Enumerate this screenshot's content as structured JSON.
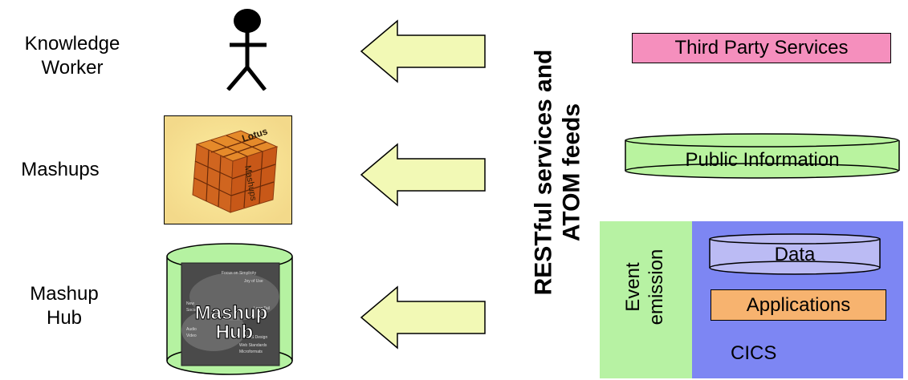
{
  "left_column": {
    "knowledge_worker": "Knowledge\nWorker",
    "mashups": "Mashups",
    "mashup_hub": "Mashup\nHub"
  },
  "images": {
    "cube_words": [
      "Lotus",
      "Mashups"
    ],
    "hub_words": [
      "Mashup",
      "Hub"
    ]
  },
  "center": {
    "vertical_title": "RESTful services and\nATOM feeds"
  },
  "right_column": {
    "third_party": "Third Party Services",
    "public_info": "Public Information",
    "event_emission": "Event\nemission",
    "data": "Data",
    "applications": "Applications",
    "cics": "CICS"
  },
  "colors": {
    "arrow_fill": "#f2f9b5",
    "third_party": "#f58fbd",
    "public_info": "#b9f39f",
    "event_panel": "#b7f2a3",
    "cics_panel": "#7d86f3",
    "data": "#bbbbf4",
    "applications": "#f7b36f"
  }
}
